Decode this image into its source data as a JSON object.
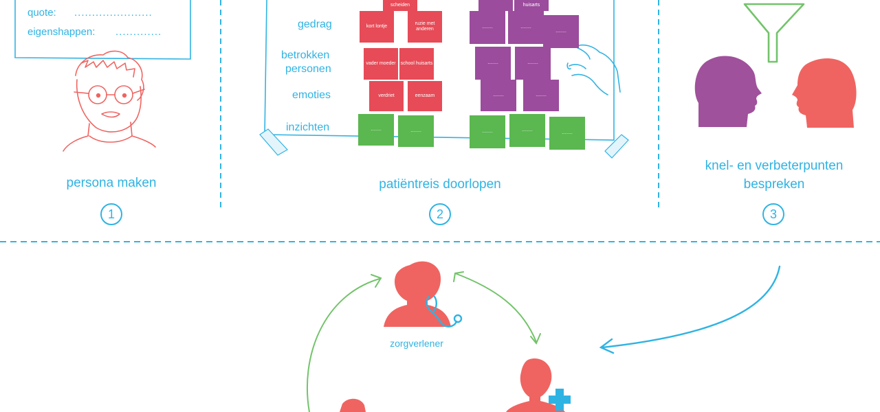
{
  "persona_card": {
    "fields": [
      {
        "label": "quote:",
        "dots": "......................"
      },
      {
        "label": "eigenshappen:",
        "dots": "............."
      }
    ]
  },
  "steps": [
    {
      "number": "1",
      "label": "persona maken"
    },
    {
      "number": "2",
      "label": "patiëntreis doorlopen"
    },
    {
      "number": "3",
      "label_line1": "knel- en verbeterpunten",
      "label_line2": "bespreken"
    }
  ],
  "journey_rows": {
    "gedrag": "gedrag",
    "betrokken_line1": "betrokken",
    "betrokken_line2": "personen",
    "emoties": "emoties",
    "inzichten": "inzichten"
  },
  "sticky_notes": {
    "scheiden": "scheiden",
    "kort_lontje": "kort lontje",
    "ruzie": "ruzie met anderen",
    "vader_moeder": "vader moeder",
    "school_huisarts": "school huisarts",
    "verdriet": "verdriet",
    "eenzaam": "eenzaam",
    "huisarts": "huisarts",
    "dots": "........"
  },
  "cycle": {
    "zorgverlener": "zorgverlener"
  },
  "colors": {
    "accent_blue": "#2fb3e3",
    "note_red": "#e64b57",
    "note_purple": "#9b4c9c",
    "note_green": "#5bb750",
    "person_red": "#ef6461",
    "person_purple": "#a0519b",
    "arrow_green": "#72c36a"
  }
}
